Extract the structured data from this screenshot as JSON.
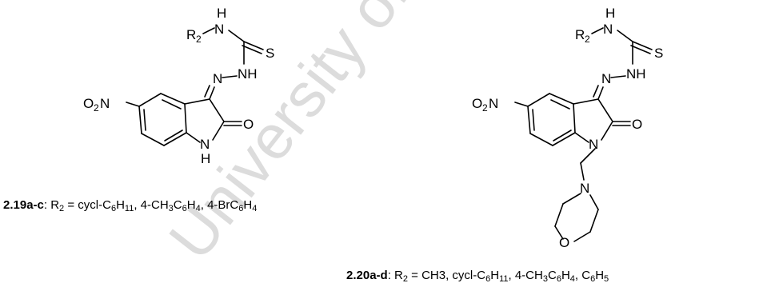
{
  "watermark": {
    "text": "University of Cape Town",
    "color": "#d9d9d9"
  },
  "colors": {
    "ink": "#000000",
    "background": "#ffffff"
  },
  "molecule_1": {
    "atoms": {
      "R": "R",
      "R_sub": "2",
      "NH_top": "N",
      "H_top": "H",
      "S": "S",
      "N_imine": "N",
      "NH_hydrazine": "NH",
      "NO2_O": "O",
      "NO2_sub": "2",
      "NO2_N": "N",
      "O_carbonyl": "O",
      "N_ring": "N",
      "H_ring": "H"
    },
    "caption": {
      "compound": "2.19a-c",
      "sep": ": R",
      "r_sub": "2",
      "eq": " = cycl-C",
      "s1": "6",
      "t1": "H",
      "s2": "11",
      "t2": ", 4-CH",
      "s3": "3",
      "t3": "C",
      "s4": "6",
      "t4": "H",
      "s5": "4",
      "t5": ", 4-BrC",
      "s6": "6",
      "t6": "H",
      "s7": "4"
    }
  },
  "molecule_2": {
    "atoms": {
      "R": "R",
      "R_sub": "2",
      "NH_top": "N",
      "H_top": "H",
      "S": "S",
      "N_imine": "N",
      "NH_hydrazine": "NH",
      "NO2_O": "O",
      "NO2_sub": "2",
      "NO2_N": "N",
      "O_carbonyl": "O",
      "N_ring": "N",
      "N_morph": "N",
      "O_morph": "O"
    },
    "caption": {
      "compound": "2.20a-d",
      "sep": ": R",
      "r_sub": "2",
      "eq": " = CH3, cycl-C",
      "s1": "6",
      "t1": "H",
      "s2": "11",
      "t2": ", 4-CH",
      "s3": "3",
      "t3": "C",
      "s4": "6",
      "t4": "H",
      "s5": "4",
      "t5": ", C",
      "s6": "6",
      "t6": "H",
      "s7": "5"
    }
  }
}
